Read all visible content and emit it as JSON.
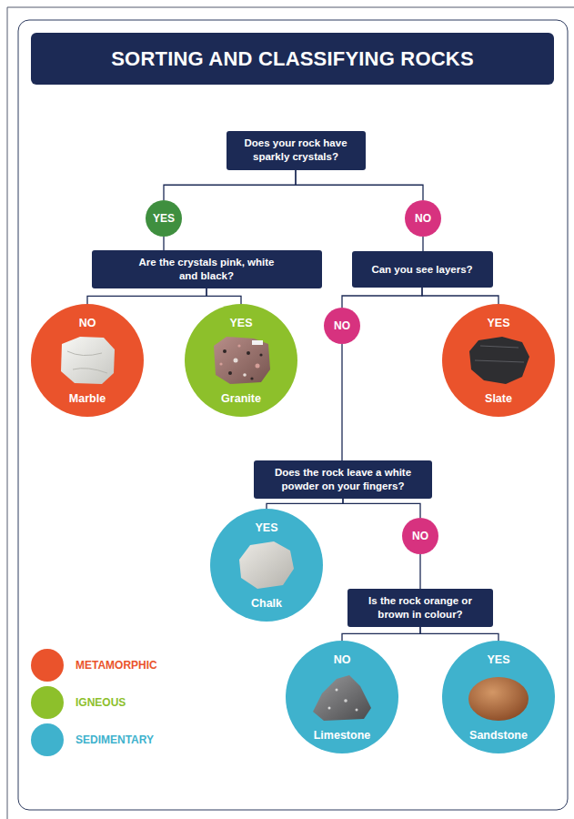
{
  "diagram": {
    "title": "SORTING AND CLASSIFYING ROCKS",
    "nodes": [
      {
        "text": [
          "Does your rock have sparkly crystals?"
        ]
      },
      {
        "text": [
          "YES"
        ]
      },
      {
        "text": [
          "NO"
        ]
      },
      {
        "text": [
          "Are the crystals pink, white and black?"
        ]
      },
      {
        "text": [
          "Can you see layers?"
        ]
      },
      {
        "text": [
          "NO",
          "Marble"
        ]
      },
      {
        "text": [
          "YES",
          "Granite"
        ]
      },
      {
        "text": [
          "NO"
        ]
      },
      {
        "text": [
          "YES",
          "Slate"
        ]
      },
      {
        "text": [
          "Does the rock leave a white powder on your fingers?"
        ]
      },
      {
        "text": [
          "YES",
          "Chalk"
        ]
      },
      {
        "text": [
          "NO"
        ]
      },
      {
        "text": [
          "Is the rock orange or brown in colour?"
        ]
      },
      {
        "text": [
          "NO",
          "Limestone"
        ]
      },
      {
        "text": [
          "YES",
          "Sandstone"
        ]
      }
    ],
    "edges": [
      {
        "from": 0,
        "to": 1,
        "arrow": "none"
      },
      {
        "from": 0,
        "to": 2,
        "arrow": "none"
      },
      {
        "from": 1,
        "to": 3,
        "arrow": "none"
      },
      {
        "from": 2,
        "to": 4,
        "arrow": "none"
      },
      {
        "from": 3,
        "to": 5,
        "arrow": "none"
      },
      {
        "from": 3,
        "to": 6,
        "arrow": "none"
      },
      {
        "from": 4,
        "to": 7,
        "arrow": "none"
      },
      {
        "from": 4,
        "to": 8,
        "arrow": "none"
      },
      {
        "from": 7,
        "to": 9,
        "arrow": "none"
      },
      {
        "from": 9,
        "to": 10,
        "arrow": "none"
      },
      {
        "from": 9,
        "to": 11,
        "arrow": "none"
      },
      {
        "from": 11,
        "to": 12,
        "arrow": "none"
      },
      {
        "from": 12,
        "to": 13,
        "arrow": "none"
      },
      {
        "from": 12,
        "to": 14,
        "arrow": "none"
      }
    ],
    "legend": [
      {
        "text": "METAMORPHIC",
        "color": "#ea532c"
      },
      {
        "text": "IGNEOUS",
        "color": "#8dc02b"
      },
      {
        "text": "SEDIMENTARY",
        "color": "#3fb2cd"
      }
    ]
  }
}
